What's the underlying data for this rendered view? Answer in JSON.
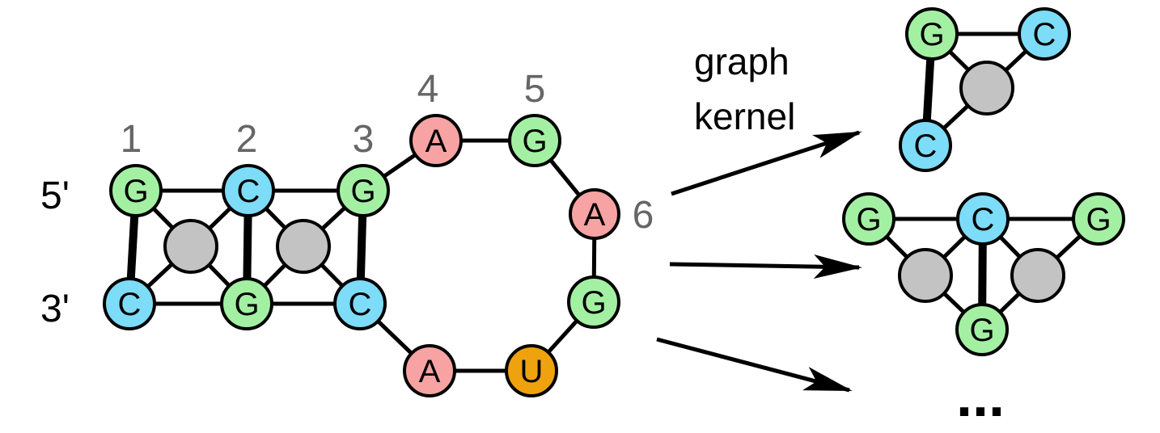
{
  "colors": {
    "G": "#a3f0a3",
    "C": "#7ddcf7",
    "A": "#f7a3a3",
    "U": "#eea20e",
    "pair_node": "#c3c3c3",
    "edge": "#000000",
    "position_label": "#666666"
  },
  "strand_labels": {
    "five_prime": "5'",
    "three_prime": "3'"
  },
  "position_labels": [
    "1",
    "2",
    "3",
    "4",
    "5",
    "6"
  ],
  "kernel_label": {
    "line1": "graph",
    "line2": "kernel"
  },
  "ellipsis": "...",
  "structure": {
    "top_strand": [
      "G",
      "C",
      "G"
    ],
    "bottom_strand": [
      "C",
      "G",
      "C"
    ],
    "loop": [
      "A",
      "G",
      "A",
      "G",
      "U",
      "A"
    ]
  },
  "subgraphs": [
    {
      "nodes": [
        "G",
        "C",
        "C"
      ]
    },
    {
      "nodes": [
        "G",
        "C",
        "G",
        "G"
      ]
    }
  ]
}
